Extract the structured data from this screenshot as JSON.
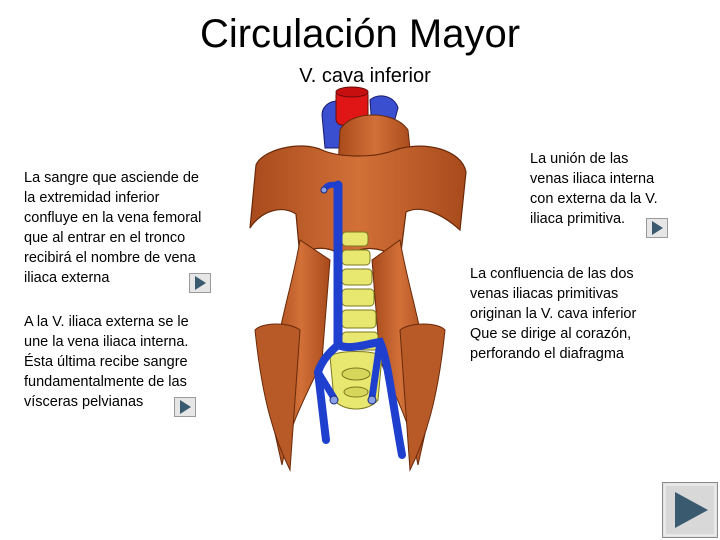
{
  "slide": {
    "title": "Circulación Mayor",
    "subtitle": "V. cava inferior"
  },
  "texts": {
    "femoral": "La sangre que asciende de\nla extremidad inferior\nconfluye en la vena femoral\nque al entrar en el tronco\nrecibirá el nombre de vena\niliaca externa",
    "iliaca_interna": "A la V. iliaca externa se le\nune la vena iliaca interna.\nÉsta última recibe sangre\nfundamentalmente de las\nvísceras pelvianas",
    "union": " La unión de las\nvenas iliaca interna\ncon externa da la V.\niliaca primitiva.",
    "confluencia": "La confluencia de las dos\nvenas iliacas primitivas\noriginan la V. cava inferior\nQue se dirige al corazón,\nperforando el diafragma"
  },
  "icons": {
    "play": "play-triangle-icon",
    "next": "next-slide-icon"
  },
  "colors": {
    "muscle": "#c8642e",
    "muscle_dark": "#8a3a14",
    "vein": "#1f3fcf",
    "artery": "#e01515",
    "bone": "#e8e870",
    "button_face": "#e6e6e6",
    "button_icon": "#3a5a70"
  }
}
